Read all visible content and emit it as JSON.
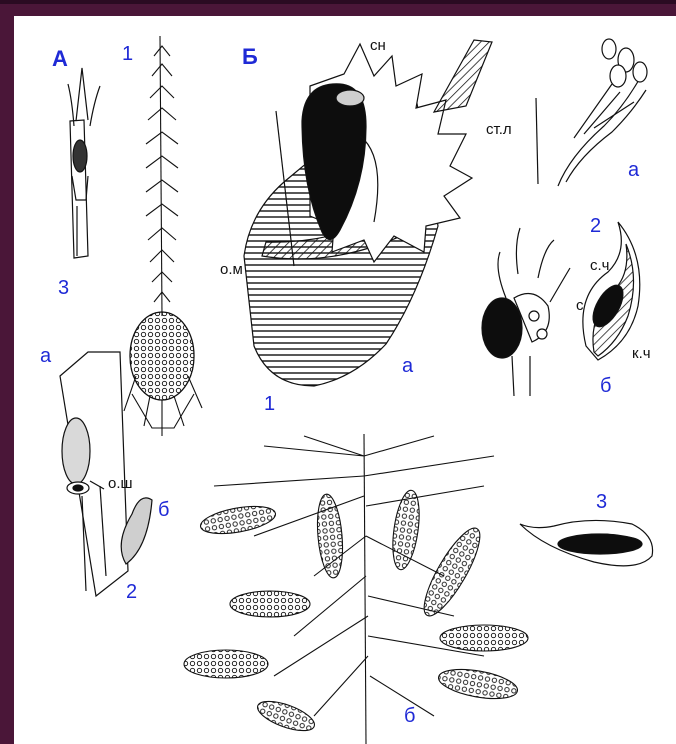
{
  "colors": {
    "background": "#4a1638",
    "panel": "#ffffff",
    "label_blue": "#1f2ad6",
    "ink": "#111111"
  },
  "labels": {
    "section_a": "А",
    "section_b": "Б",
    "num_1_top": "1",
    "num_3_left": "3",
    "sub_a_left": "а",
    "o_sh": "о.ш",
    "sub_b_left": "б",
    "num_2_left": "2",
    "sn": "сн",
    "st_l": "ст.л",
    "o_m": "о.м",
    "sub_a_center": "а",
    "num_1_center": "1",
    "sub_a_right_top": "а",
    "num_2_right": "2",
    "s_ch": "с.ч",
    "s": "с",
    "k_ch": "к.ч",
    "sub_b_right": "б",
    "num_3_right": "3",
    "sub_b_bottom": "б"
  }
}
